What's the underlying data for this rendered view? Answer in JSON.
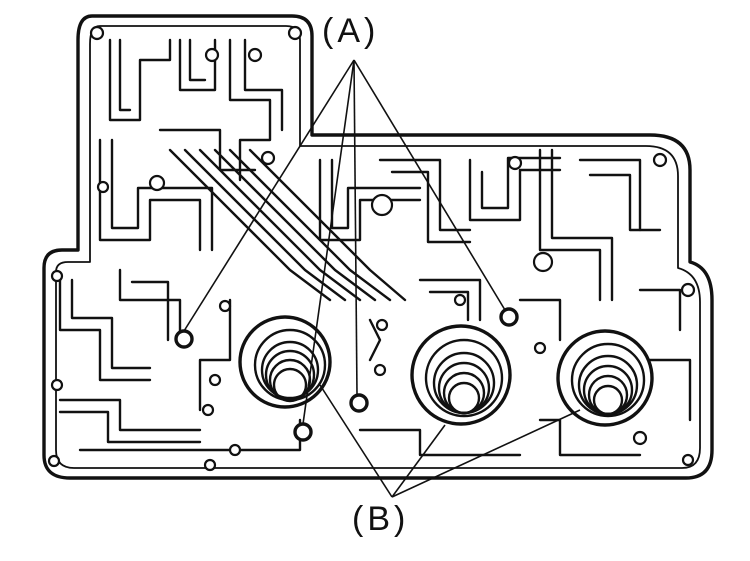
{
  "diagram": {
    "callouts": {
      "a": {
        "label": "(A)",
        "count": 4
      },
      "b": {
        "label": "(B)",
        "count": 3
      }
    },
    "colors": {
      "line": "#111111",
      "background": "#ffffff"
    }
  }
}
